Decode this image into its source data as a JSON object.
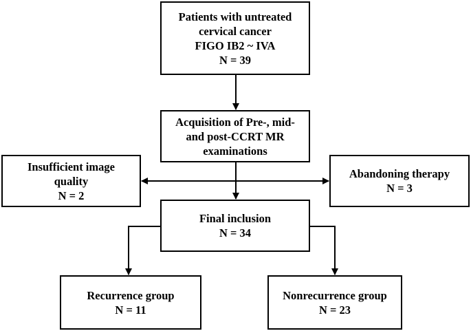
{
  "boxes": {
    "patients": {
      "lines": [
        "Patients with untreated",
        "cervical cancer",
        "FIGO IB2 ~ IVA",
        "N = 39"
      ]
    },
    "acquisition": {
      "lines": [
        "Acquisition of Pre-, mid-",
        "and post-CCRT MR",
        "examinations"
      ]
    },
    "insufficient": {
      "lines": [
        "Insufficient image",
        "quality",
        "N = 2"
      ]
    },
    "abandoning": {
      "lines": [
        "Abandoning therapy",
        "N = 3"
      ]
    },
    "final": {
      "lines": [
        "Final inclusion",
        "N = 34"
      ]
    },
    "recurrence": {
      "lines": [
        "Recurrence group",
        "N = 11"
      ]
    },
    "nonrecurrence": {
      "lines": [
        "Nonrecurrence group",
        "N = 23"
      ]
    }
  }
}
